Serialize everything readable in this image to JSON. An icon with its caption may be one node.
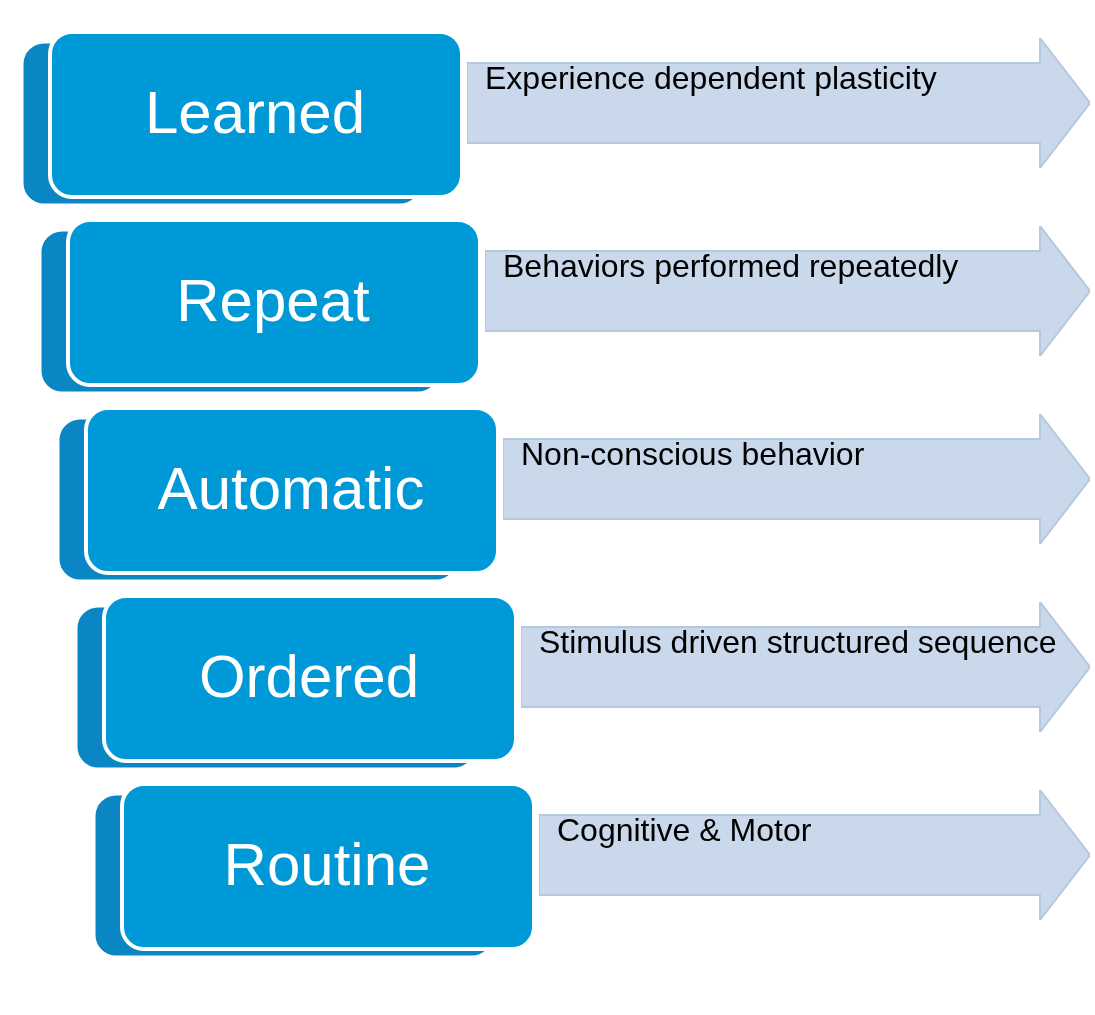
{
  "diagram": {
    "nodes": [
      {
        "text": [
          "Learned"
        ]
      },
      {
        "text": [
          "Experience dependent plasticity"
        ]
      },
      {
        "text": [
          "Repeat"
        ]
      },
      {
        "text": [
          "Behaviors performed repeatedly"
        ]
      },
      {
        "text": [
          "Automatic"
        ]
      },
      {
        "text": [
          "Non-conscious behavior"
        ]
      },
      {
        "text": [
          "Ordered"
        ]
      },
      {
        "text": [
          "Stimulus driven structured sequence"
        ]
      },
      {
        "text": [
          "Routine"
        ]
      },
      {
        "text": [
          "Cognitive & Motor"
        ]
      }
    ],
    "edges": []
  }
}
